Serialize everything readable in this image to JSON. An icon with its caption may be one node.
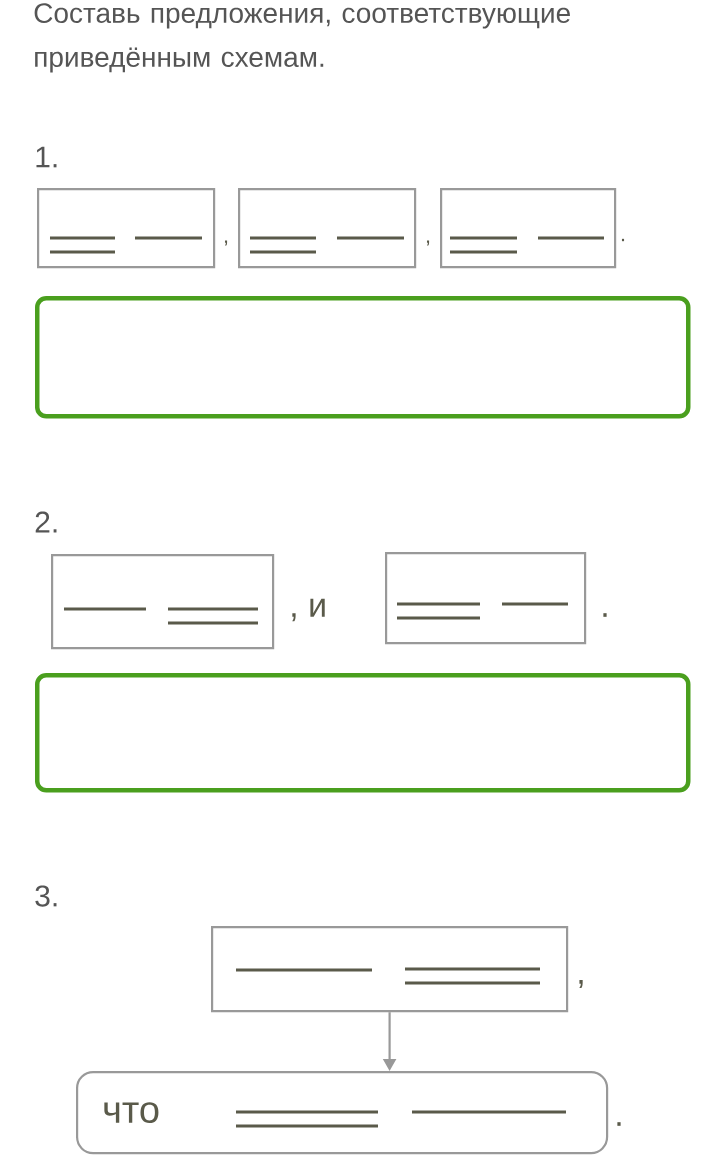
{
  "diagram": {
    "title": "Составь предложения, соответствующие приведённым схемам.",
    "nodes": [
      {
        "text": [],
        "shape": "box"
      },
      {
        "text": [],
        "shape": "box"
      },
      {
        "text": [],
        "shape": "box"
      },
      {
        "text": [],
        "shape": "box"
      },
      {
        "text": [],
        "shape": "box"
      },
      {
        "text": [],
        "shape": "box"
      },
      {
        "text": [],
        "shape": "box"
      },
      {
        "text": [],
        "shape": "box"
      },
      {
        "text": [
          "что"
        ]
      }
    ],
    "edges": [
      {
        "from": 7,
        "to": 8,
        "arrow": "to"
      }
    ],
    "labels": [
      "1.",
      ",",
      ",",
      ".",
      "2.",
      ", и",
      ".",
      "3.",
      ",",
      "."
    ]
  }
}
